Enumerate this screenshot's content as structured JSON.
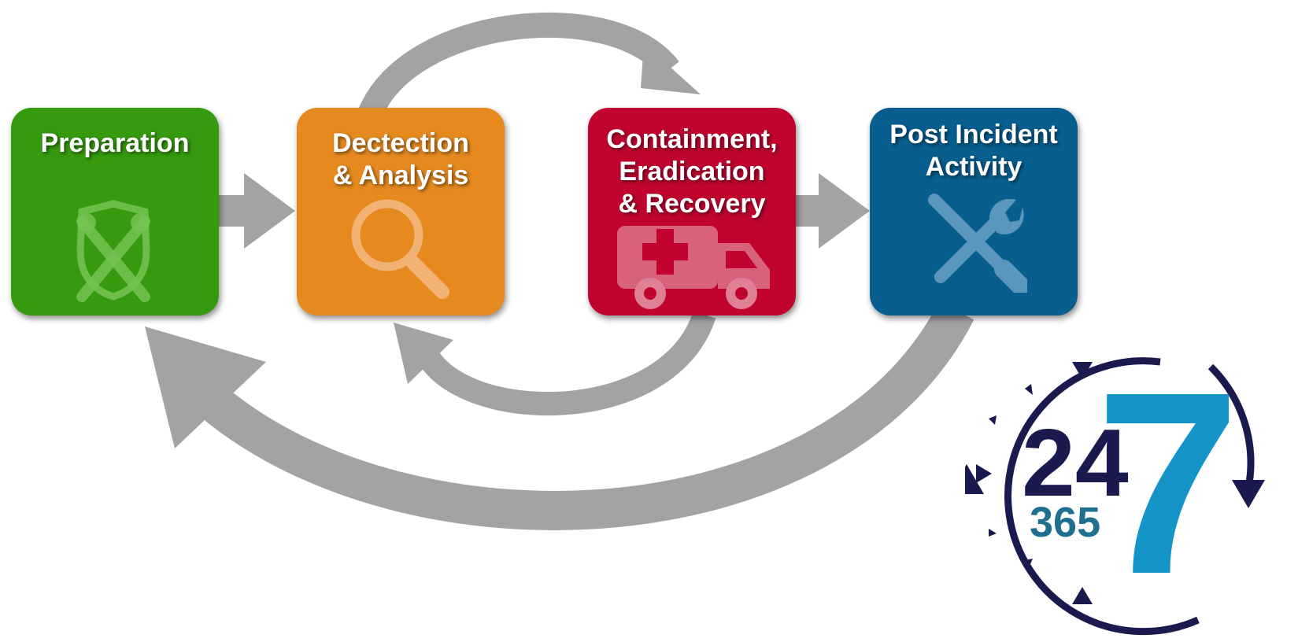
{
  "phases": [
    {
      "label": "Preparation",
      "color": "#359a0e",
      "icon": "shield-tools-icon"
    },
    {
      "label": "Dectection\n& Analysis",
      "color": "#e68a1f",
      "icon": "magnifier-icon"
    },
    {
      "label": "Containment,\nEradication\n& Recovery",
      "color": "#c0042f",
      "icon": "ambulance-icon"
    },
    {
      "label": "Post Incident\nActivity",
      "color": "#075e8f",
      "icon": "tools-icon"
    }
  ],
  "badge": {
    "hours": "24",
    "days_year": "365",
    "days_week": "7"
  },
  "colors": {
    "arrow": "#a3a3a3",
    "badge_navy": "#1b1a4f",
    "badge_teal": "#1f6f8e",
    "badge_cyan": "#1594c8"
  }
}
